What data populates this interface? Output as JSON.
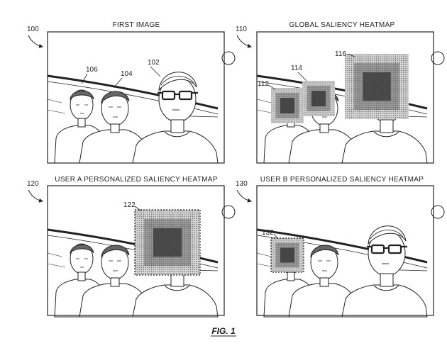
{
  "figure_caption": "FIG. 1",
  "panels": [
    {
      "ref": "100",
      "title": "FIRST IMAGE",
      "callouts": [
        {
          "label": "106"
        },
        {
          "label": "104"
        },
        {
          "label": "102"
        }
      ]
    },
    {
      "ref": "110",
      "title": "GLOBAL SALIENCY HEATMAP",
      "callouts": [
        {
          "label": "112"
        },
        {
          "label": "114"
        },
        {
          "label": "116"
        }
      ]
    },
    {
      "ref": "120",
      "title": "USER A PERSONALIZED SALIENCY HEATMAP",
      "callouts": [
        {
          "label": "122"
        }
      ]
    },
    {
      "ref": "130",
      "title": "USER B PERSONALIZED SALIENCY HEATMAP",
      "callouts": [
        {
          "label": "132"
        }
      ]
    }
  ],
  "colors": {
    "line": "#222222",
    "heat_outer": "#c9c9c9",
    "heat_mid": "#8f8f8f",
    "heat_core": "#4a4a4a"
  }
}
